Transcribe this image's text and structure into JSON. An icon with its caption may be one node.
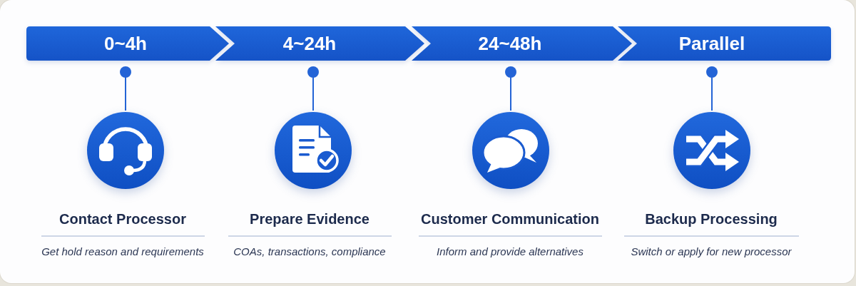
{
  "diagram": {
    "nodes": [
      {
        "text": [
          "0~4h"
        ]
      },
      {
        "text": [
          "4~24h"
        ]
      },
      {
        "text": [
          "24~48h"
        ]
      },
      {
        "text": [
          "Parallel"
        ]
      },
      {
        "text": [],
        "shape": "circle",
        "beside": [
          "Contact Processor",
          "Get hold reason and requirements"
        ]
      },
      {
        "text": [],
        "shape": "circle",
        "beside": [
          "Prepare Evidence",
          "COAs, transactions, compliance"
        ]
      },
      {
        "text": [],
        "shape": "circle",
        "beside": [
          "Customer Communication",
          "Inform and provide alternatives"
        ]
      },
      {
        "text": [],
        "shape": "circle",
        "beside": [
          "Backup Processing",
          "Switch or apply for new processor"
        ]
      }
    ],
    "edges": [
      {
        "from": 0,
        "to": 4,
        "arrow": "other"
      },
      {
        "from": 1,
        "to": 5,
        "arrow": "other"
      },
      {
        "from": 2,
        "to": 6,
        "arrow": "other"
      },
      {
        "from": 3,
        "to": 7,
        "arrow": "other"
      }
    ]
  }
}
